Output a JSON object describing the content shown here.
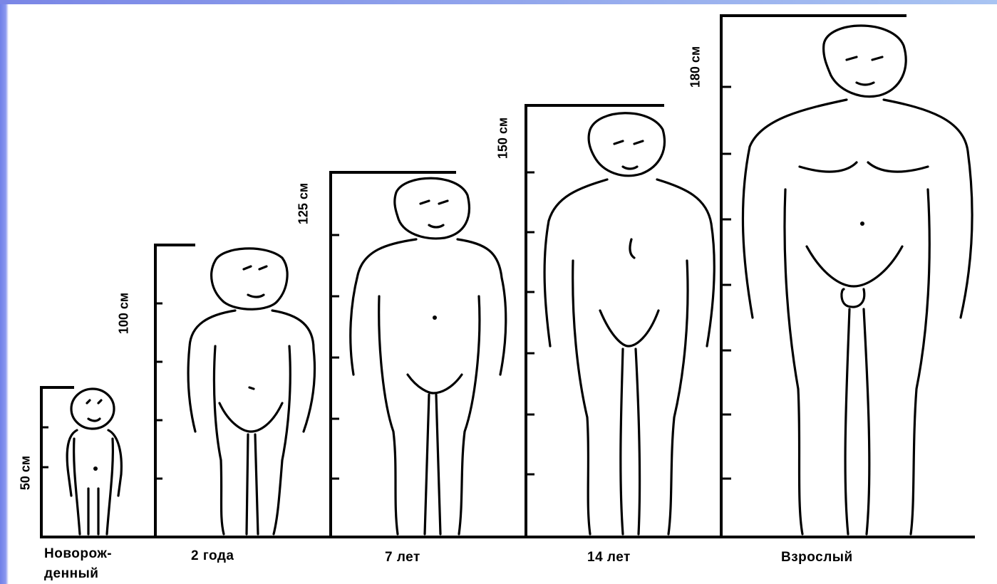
{
  "title": "",
  "height_labels": [
    "50 см",
    "100 см",
    "125 см",
    "150 см",
    "180 см"
  ],
  "age_labels": {
    "newborn_line1": "Новорож-",
    "newborn_line2": "денный",
    "two_years": "2 года",
    "seven_years": "7 лет",
    "fourteen_years": "14 лет",
    "adult": "Взрослый"
  },
  "figures": [
    {
      "age": "Новорожденный",
      "height_cm": 50
    },
    {
      "age": "2 года",
      "height_cm": 100
    },
    {
      "age": "7 лет",
      "height_cm": 125
    },
    {
      "age": "14 лет",
      "height_cm": 150
    },
    {
      "age": "Взрослый",
      "height_cm": 180
    }
  ],
  "colors": {
    "line": "#000000",
    "background": "#ffffff",
    "accent": "#6f7fe8"
  }
}
